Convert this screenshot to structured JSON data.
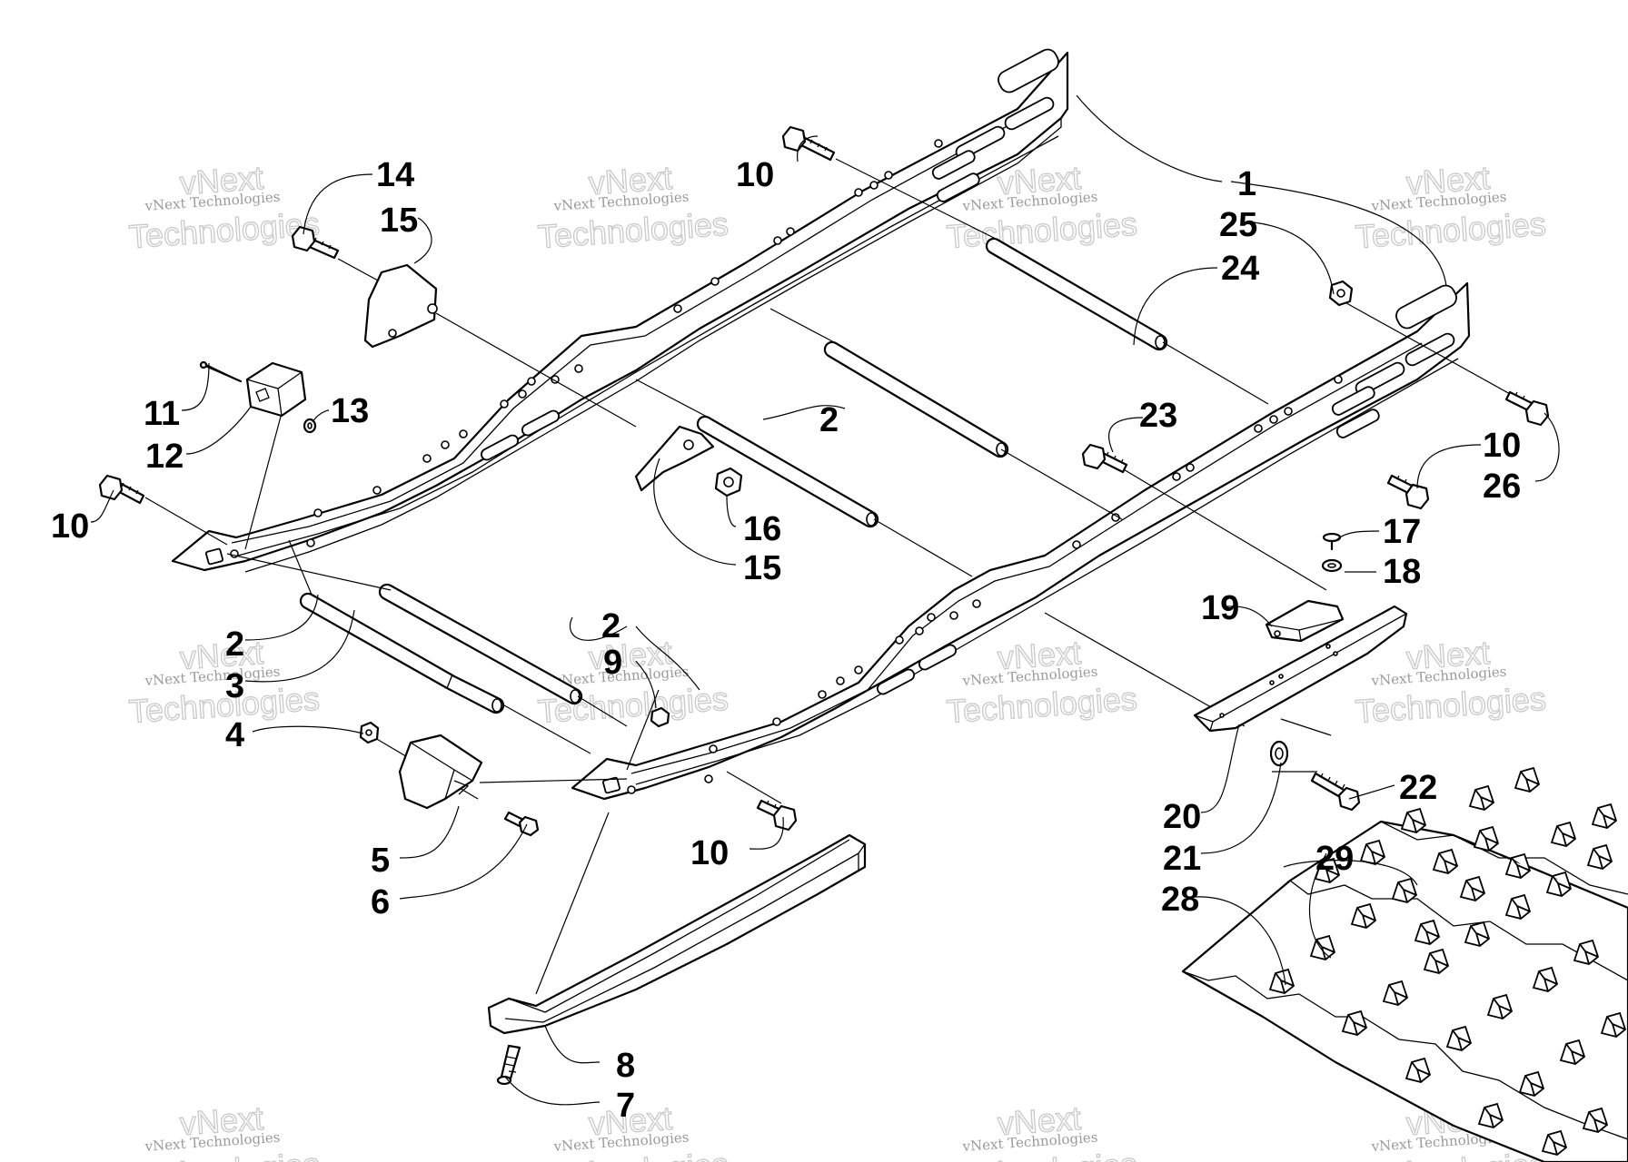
{
  "diagram": {
    "callouts": [
      {
        "id": "c1",
        "text": "1"
      },
      {
        "id": "c2a",
        "text": "2"
      },
      {
        "id": "c2b",
        "text": "2"
      },
      {
        "id": "c2c",
        "text": "2"
      },
      {
        "id": "c3",
        "text": "3"
      },
      {
        "id": "c4",
        "text": "4"
      },
      {
        "id": "c5",
        "text": "5"
      },
      {
        "id": "c6",
        "text": "6"
      },
      {
        "id": "c7",
        "text": "7"
      },
      {
        "id": "c8",
        "text": "8"
      },
      {
        "id": "c9",
        "text": "9"
      },
      {
        "id": "c10a",
        "text": "10"
      },
      {
        "id": "c10b",
        "text": "10"
      },
      {
        "id": "c10c",
        "text": "10"
      },
      {
        "id": "c10d",
        "text": "10"
      },
      {
        "id": "c11",
        "text": "11"
      },
      {
        "id": "c12",
        "text": "12"
      },
      {
        "id": "c13",
        "text": "13"
      },
      {
        "id": "c14",
        "text": "14"
      },
      {
        "id": "c15a",
        "text": "15"
      },
      {
        "id": "c15b",
        "text": "15"
      },
      {
        "id": "c16",
        "text": "16"
      },
      {
        "id": "c17",
        "text": "17"
      },
      {
        "id": "c18",
        "text": "18"
      },
      {
        "id": "c19",
        "text": "19"
      },
      {
        "id": "c20",
        "text": "20"
      },
      {
        "id": "c21",
        "text": "21"
      },
      {
        "id": "c22",
        "text": "22"
      },
      {
        "id": "c23",
        "text": "23"
      },
      {
        "id": "c24",
        "text": "24"
      },
      {
        "id": "c25",
        "text": "25"
      },
      {
        "id": "c26",
        "text": "26"
      },
      {
        "id": "c28",
        "text": "28"
      },
      {
        "id": "c29",
        "text": "29"
      }
    ],
    "watermark": {
      "line1": "vNext",
      "line2": "vNext Technologies",
      "line3": "Technologies"
    }
  }
}
